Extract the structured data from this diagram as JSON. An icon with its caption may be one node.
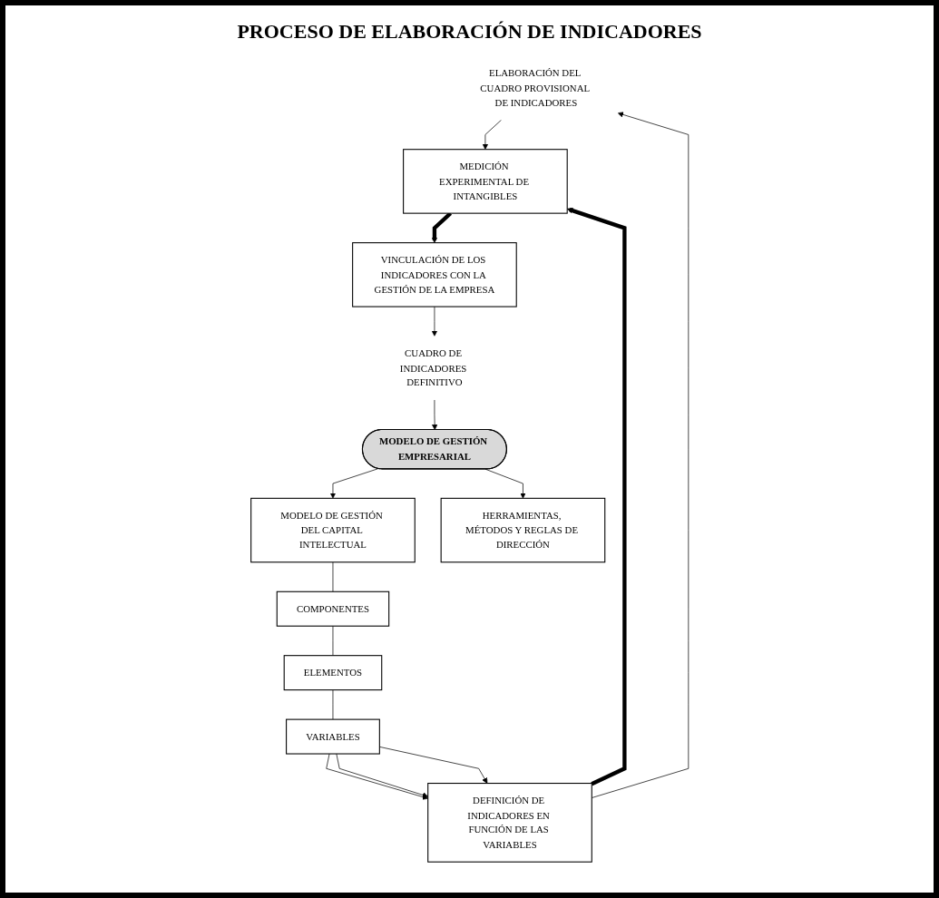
{
  "diagram": {
    "title": "PROCESO DE ELABORACIÓN DE INDICADORES",
    "nodes": [
      {
        "text": [
          "ELABORACIÓN DEL CUADRO PROVISIONAL DE INDICADORES"
        ]
      },
      {
        "text": [
          "DEFINICIÓN DE INDICADORES EN FUNCIÓN DE LAS VARIABLES"
        ]
      },
      {
        "text": [
          "MEDICIÓN EXPERIMENTAL DE INTANGIBLES"
        ]
      },
      {
        "text": [
          "VINCULACIÓN DE LOS INDICADORES CON LA GESTIÓN DE LA EMPRESA"
        ]
      },
      {
        "text": [
          "VARIABLES"
        ]
      },
      {
        "text": [
          "ELEMENTOS"
        ]
      },
      {
        "text": [
          "COMPONENTES"
        ]
      },
      {
        "text": [
          "MODELO DE GESTIÓN DEL CAPITAL INTELECTUAL"
        ]
      },
      {
        "text": [
          "CUADRO DE INDICADORES DEFINITIVO"
        ]
      },
      {
        "text": [
          "MODELO DE GESTIÓN EMPRESARIAL"
        ]
      },
      {
        "text": [
          "HERRAMIENTAS, MÉTODOS Y REGLAS DE DIRECCIÓN"
        ]
      }
    ],
    "edges": [
      {
        "from": 1,
        "to": 0,
        "arrow": "to"
      },
      {
        "from": 0,
        "to": 2,
        "arrow": "to"
      },
      {
        "from": 1,
        "to": 2,
        "arrow": "to",
        "style": "thick"
      },
      {
        "from": 2,
        "to": 3,
        "arrow": "to",
        "style": "thick"
      },
      {
        "from": 4,
        "to": 1,
        "arrow": "to"
      },
      {
        "from": 4,
        "to": 1,
        "arrow": "to"
      },
      {
        "from": 4,
        "to": 1,
        "arrow": "to"
      },
      {
        "from": 5,
        "to": 4,
        "arrow": "none"
      },
      {
        "from": 6,
        "to": 5,
        "arrow": "none"
      },
      {
        "from": 7,
        "to": 6,
        "arrow": "none"
      },
      {
        "from": 3,
        "to": 8,
        "arrow": "to"
      },
      {
        "from": 8,
        "to": 9,
        "arrow": "to"
      },
      {
        "from": 9,
        "to": 7,
        "arrow": "to"
      },
      {
        "from": 9,
        "to": 10,
        "arrow": "to"
      }
    ]
  }
}
